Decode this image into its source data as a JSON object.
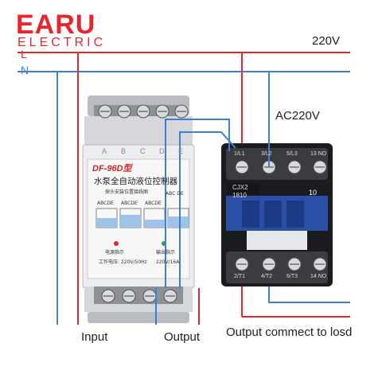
{
  "brand": {
    "name": "EARU",
    "sub": "ELECTRIC"
  },
  "lines": {
    "live": "L",
    "neutral": "N",
    "supply": "220V",
    "coil": "AC220V"
  },
  "controller": {
    "model": "DF-96D型",
    "title": "水泵全自动液位控制器",
    "subtitle": "探头安装位置接线图",
    "probe_sets": [
      "ABCDE",
      "ABCDE",
      "ABCDE",
      "ABC DE"
    ],
    "indicator_left": "电源指示",
    "indicator_right": "输出指示",
    "rating_left": "工作电压: 220V/50Hz",
    "rating_right": "220V/16A",
    "top_letters": [
      "A",
      "B",
      "C",
      "D",
      "E"
    ]
  },
  "contactor": {
    "model": "CJX2",
    "code": "1810",
    "current": "10",
    "top_terminals": [
      "1/L1",
      "3/L2",
      "5/L3",
      "13 NO"
    ],
    "bottom_terminals": [
      "2/T1",
      "4/T2",
      "6/T3",
      "14 NO"
    ]
  },
  "labels": {
    "input": "Input",
    "output": "Output",
    "load": "Output commect to losd"
  },
  "colors": {
    "live": "#e8262d",
    "neutral": "#3c7fd4",
    "brand": "#e8262d",
    "contactor_blue": "#2c4fa6"
  }
}
